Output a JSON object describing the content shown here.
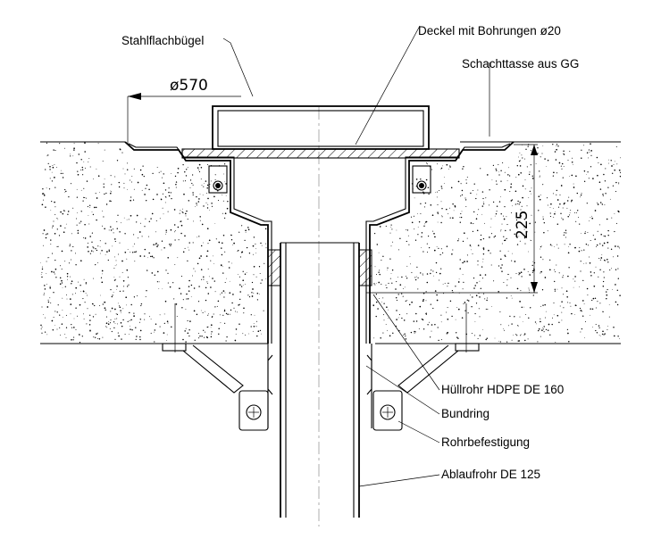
{
  "labels": {
    "stahlflachbuegel": "Stahlflachbügel",
    "deckel": "Deckel mit Bohrungen ø20",
    "schachttasse": "Schachttasse aus GG",
    "huellrohr": "Hüllrohr HDPE DE 160",
    "bundring": "Bundring",
    "rohrbefestigung": "Rohrbefestigung",
    "ablaufrohr": "Ablaufrohr DE 125"
  },
  "dimensions": {
    "diameter": "ø570",
    "height": "225"
  },
  "colors": {
    "line": "#000000",
    "background": "#ffffff",
    "concrete_speckle": "#000000"
  }
}
